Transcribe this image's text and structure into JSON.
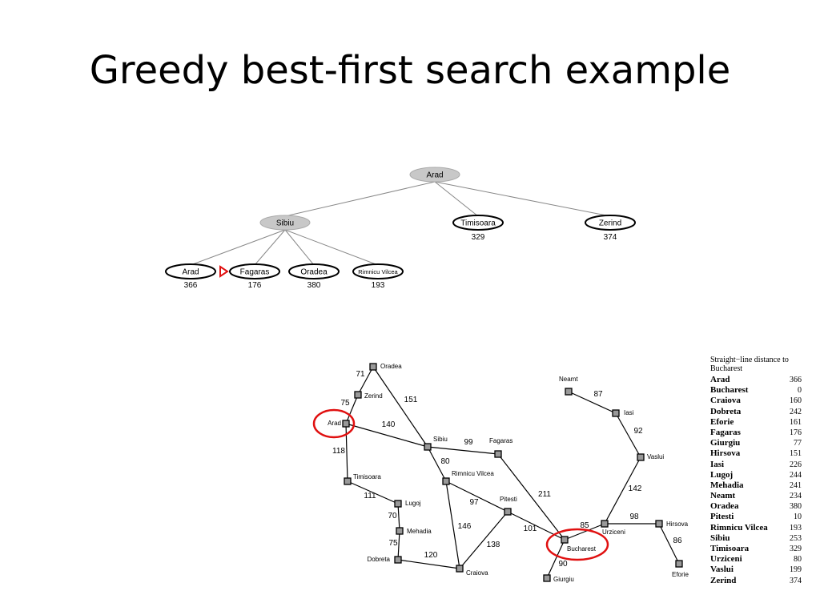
{
  "slide": {
    "title": "Greedy best-first search example"
  },
  "search_tree": {
    "root": {
      "label": "Arad"
    },
    "level1": [
      {
        "label": "Sibiu",
        "h": ""
      },
      {
        "label": "Timisoara",
        "h": "329"
      },
      {
        "label": "Zerind",
        "h": "374"
      }
    ],
    "level2": [
      {
        "label": "Arad",
        "h": "366"
      },
      {
        "label": "Fagaras",
        "h": "176"
      },
      {
        "label": "Oradea",
        "h": "380"
      },
      {
        "label": "Rimnicu Vilcea",
        "h": "193"
      }
    ]
  },
  "romania_map": {
    "cities": [
      {
        "id": "oradea",
        "name": "Oradea"
      },
      {
        "id": "zerind",
        "name": "Zerind"
      },
      {
        "id": "arad",
        "name": "Arad"
      },
      {
        "id": "timisoara",
        "name": "Timisoara"
      },
      {
        "id": "lugoj",
        "name": "Lugoj"
      },
      {
        "id": "mehadia",
        "name": "Mehadia"
      },
      {
        "id": "dobreta",
        "name": "Dobreta"
      },
      {
        "id": "sibiu",
        "name": "Sibiu"
      },
      {
        "id": "rimnicu",
        "name": "Rimnicu Vilcea"
      },
      {
        "id": "fagaras",
        "name": "Fagaras"
      },
      {
        "id": "pitesti",
        "name": "Pitesti"
      },
      {
        "id": "craiova",
        "name": "Craiova"
      },
      {
        "id": "bucharest",
        "name": "Bucharest"
      },
      {
        "id": "giurgiu",
        "name": "Giurgiu"
      },
      {
        "id": "urziceni",
        "name": "Urziceni"
      },
      {
        "id": "hirsova",
        "name": "Hirsova"
      },
      {
        "id": "eforie",
        "name": "Eforie"
      },
      {
        "id": "vaslui",
        "name": "Vaslui"
      },
      {
        "id": "iasi",
        "name": "Iasi"
      },
      {
        "id": "neamt",
        "name": "Neamt"
      }
    ],
    "roads": [
      {
        "from": "oradea",
        "to": "zerind",
        "distance": "71"
      },
      {
        "from": "zerind",
        "to": "arad",
        "distance": "75"
      },
      {
        "from": "oradea",
        "to": "sibiu",
        "distance": "151"
      },
      {
        "from": "arad",
        "to": "sibiu",
        "distance": "140"
      },
      {
        "from": "arad",
        "to": "timisoara",
        "distance": "118"
      },
      {
        "from": "timisoara",
        "to": "lugoj",
        "distance": "111"
      },
      {
        "from": "lugoj",
        "to": "mehadia",
        "distance": "70"
      },
      {
        "from": "mehadia",
        "to": "dobreta",
        "distance": "75"
      },
      {
        "from": "dobreta",
        "to": "craiova",
        "distance": "120"
      },
      {
        "from": "sibiu",
        "to": "fagaras",
        "distance": "99"
      },
      {
        "from": "sibiu",
        "to": "rimnicu",
        "distance": "80"
      },
      {
        "from": "rimnicu",
        "to": "pitesti",
        "distance": "97"
      },
      {
        "from": "rimnicu",
        "to": "craiova",
        "distance": "146"
      },
      {
        "from": "craiova",
        "to": "pitesti",
        "distance": "138"
      },
      {
        "from": "fagaras",
        "to": "bucharest",
        "distance": "211"
      },
      {
        "from": "pitesti",
        "to": "bucharest",
        "distance": "101"
      },
      {
        "from": "bucharest",
        "to": "giurgiu",
        "distance": "90"
      },
      {
        "from": "bucharest",
        "to": "urziceni",
        "distance": "85"
      },
      {
        "from": "urziceni",
        "to": "hirsova",
        "distance": "98"
      },
      {
        "from": "hirsova",
        "to": "eforie",
        "distance": "86"
      },
      {
        "from": "urziceni",
        "to": "vaslui",
        "distance": "142"
      },
      {
        "from": "vaslui",
        "to": "iasi",
        "distance": "92"
      },
      {
        "from": "iasi",
        "to": "neamt",
        "distance": "87"
      }
    ],
    "highlighted": [
      "Arad",
      "Bucharest"
    ],
    "highlight_color": "#e01010"
  },
  "sld_table": {
    "title": "Straight−line distance to Bucharest",
    "rows": [
      {
        "city": "Arad",
        "distance": "366"
      },
      {
        "city": "Bucharest",
        "distance": "0"
      },
      {
        "city": "Craiova",
        "distance": "160"
      },
      {
        "city": "Dobreta",
        "distance": "242"
      },
      {
        "city": "Eforie",
        "distance": "161"
      },
      {
        "city": "Fagaras",
        "distance": "176"
      },
      {
        "city": "Giurgiu",
        "distance": "77"
      },
      {
        "city": "Hirsova",
        "distance": "151"
      },
      {
        "city": "Iasi",
        "distance": "226"
      },
      {
        "city": "Lugoj",
        "distance": "244"
      },
      {
        "city": "Mehadia",
        "distance": "241"
      },
      {
        "city": "Neamt",
        "distance": "234"
      },
      {
        "city": "Oradea",
        "distance": "380"
      },
      {
        "city": "Pitesti",
        "distance": "10"
      },
      {
        "city": "Rimnicu Vilcea",
        "distance": "193"
      },
      {
        "city": "Sibiu",
        "distance": "253"
      },
      {
        "city": "Timisoara",
        "distance": "329"
      },
      {
        "city": "Urziceni",
        "distance": "80"
      },
      {
        "city": "Vaslui",
        "distance": "199"
      },
      {
        "city": "Zerind",
        "distance": "374"
      }
    ]
  },
  "colors": {
    "expanded_node": "#c8c8c8",
    "marker": "#e01010"
  }
}
